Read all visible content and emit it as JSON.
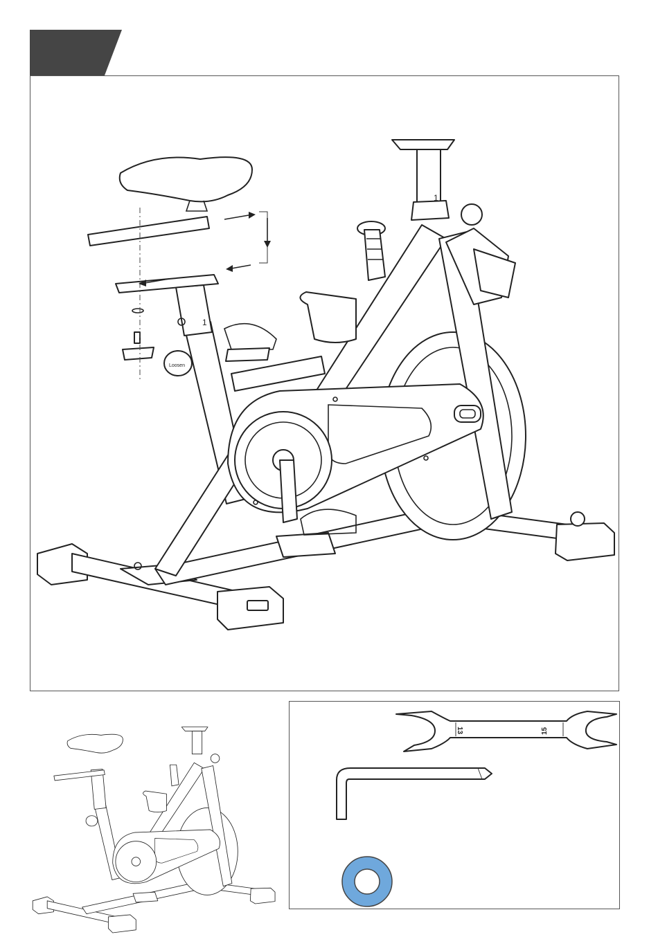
{
  "step": {
    "number": ""
  },
  "main": {
    "seat_post_mark": "1",
    "head_tube_mark": "1",
    "knob_label": "Loosen"
  },
  "tools": {
    "wrench_size_left": "13",
    "wrench_size_right": "15"
  },
  "colors": {
    "step_tab": "#454545",
    "washer": "#6fa8dc",
    "line": "#222222"
  }
}
